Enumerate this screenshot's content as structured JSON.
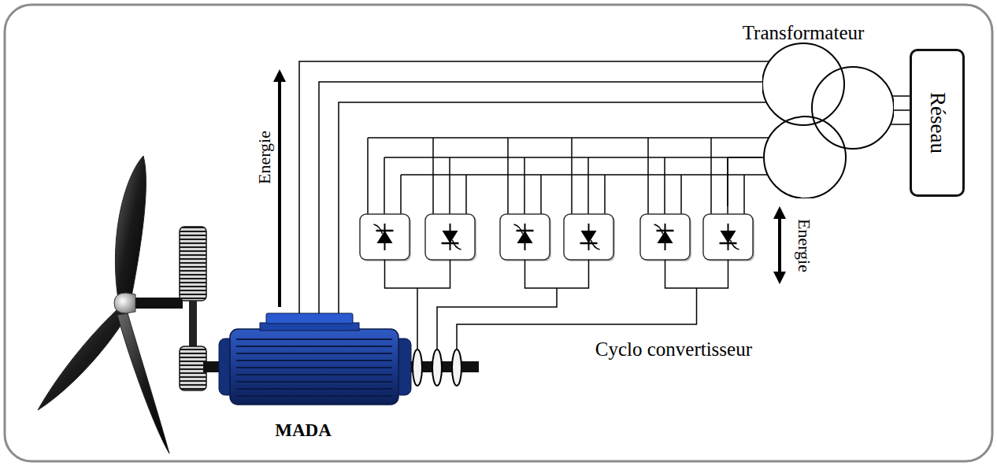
{
  "diagram": {
    "nodes": [
      {
        "text": [
          "Transformateur"
        ]
      },
      {
        "text": [
          "Réseau"
        ]
      },
      {
        "text": [
          "Cyclo convertisseur"
        ]
      },
      {
        "text": [
          "MADA"
        ]
      }
    ],
    "edges": [
      {
        "from": 3,
        "to": 0,
        "arrow": "none"
      },
      {
        "from": 0,
        "to": 1,
        "arrow": "none"
      },
      {
        "from": 2,
        "to": 0,
        "arrow": "none"
      },
      {
        "from": 3,
        "to": 2,
        "arrow": "none"
      }
    ],
    "labels": [
      "Energie",
      "Energie"
    ]
  }
}
